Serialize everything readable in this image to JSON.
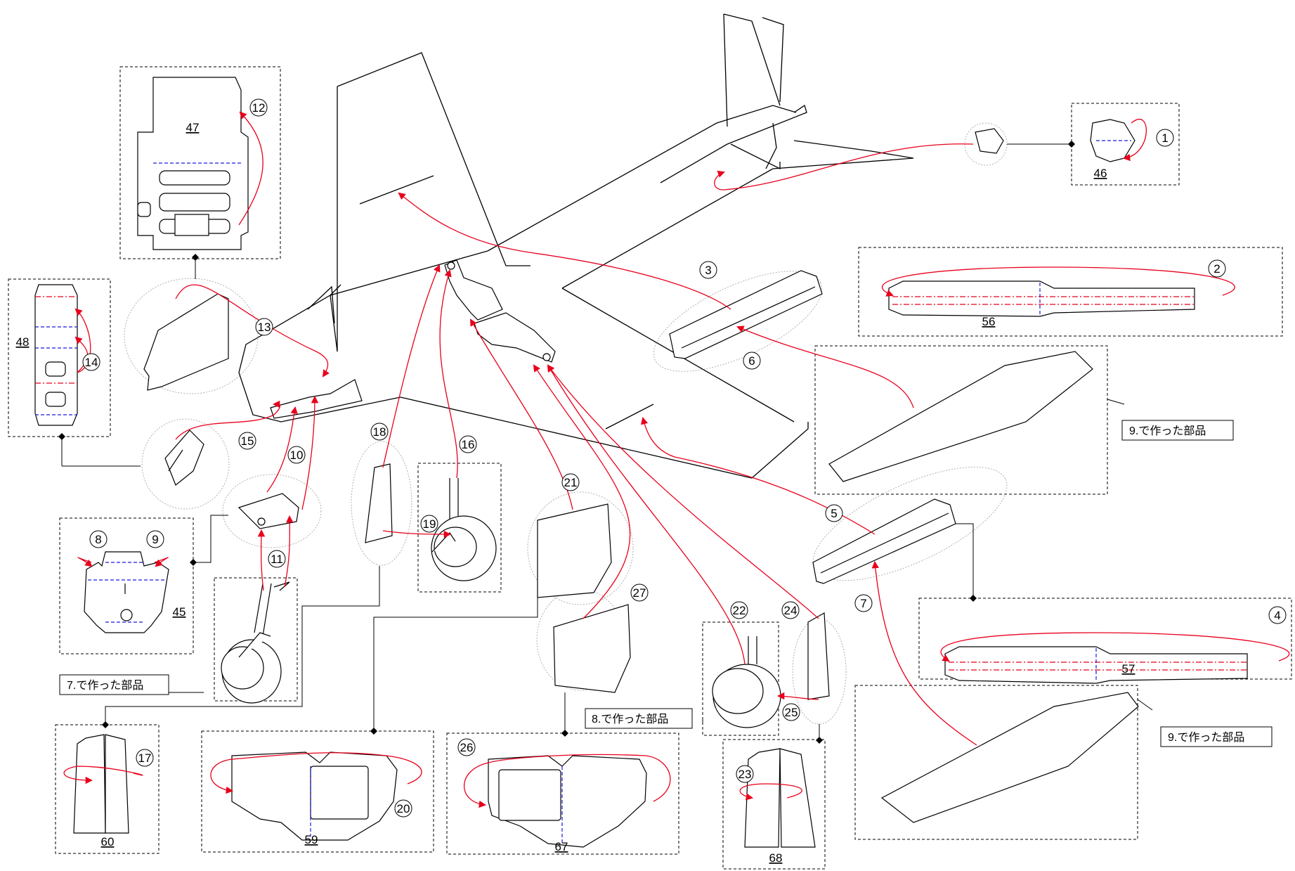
{
  "step_numbers": [
    "1",
    "2",
    "3",
    "4",
    "5",
    "6",
    "7",
    "8",
    "9",
    "10",
    "11",
    "12",
    "13",
    "14",
    "15",
    "16",
    "17",
    "18",
    "19",
    "20",
    "21",
    "22",
    "23",
    "24",
    "25",
    "26",
    "27"
  ],
  "part_numbers": [
    "45",
    "46",
    "47",
    "48",
    "56",
    "57",
    "59",
    "60",
    "67",
    "68"
  ],
  "notes": {
    "made_in_7": "7.で作った部品",
    "made_in_8": "8.で作った部品",
    "made_in_9": "9.で作った部品"
  },
  "colors": {
    "line": "#000000",
    "arrow": "#e8001c",
    "fold_blue": "#1a1adc",
    "fold_red": "#e8001c",
    "circle_outline": "#b0b0b0"
  }
}
